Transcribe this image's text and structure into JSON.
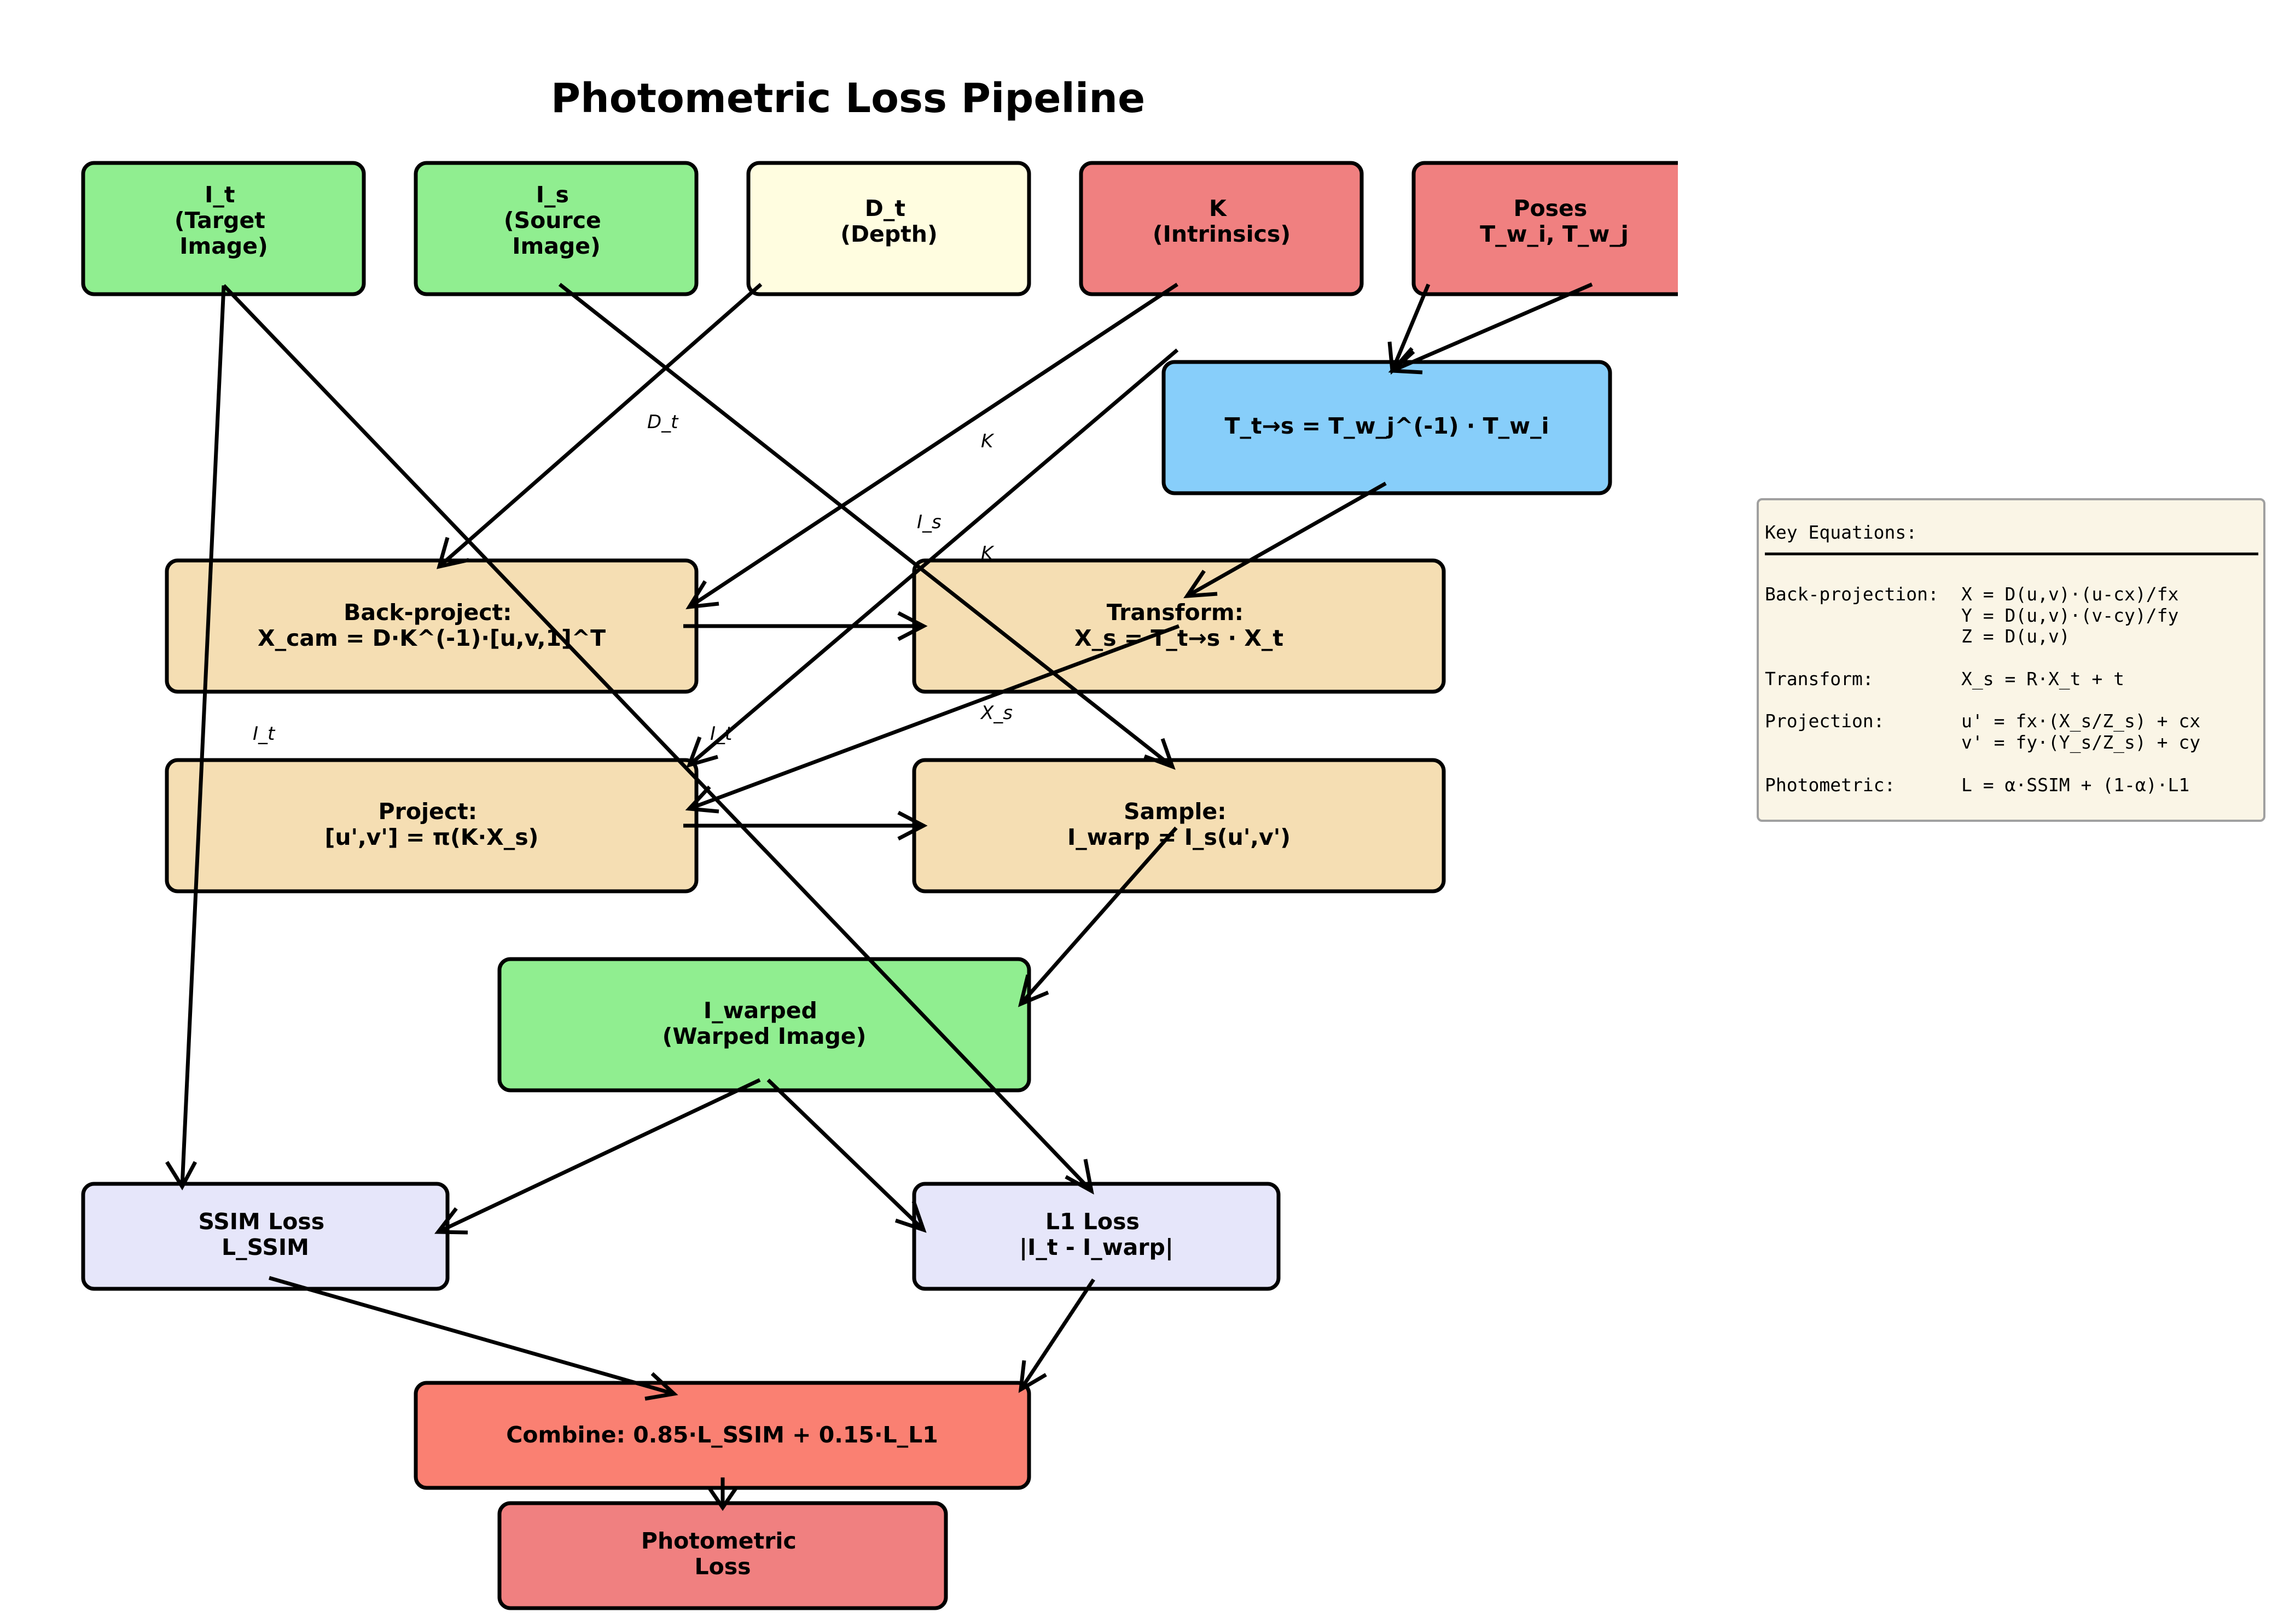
{
  "title": "Photometric Loss Pipeline",
  "colors": {
    "input_image": "#90ee90",
    "depth": "#fffde0",
    "camera": "#f08080",
    "pose_compose": "#87cefa",
    "processing": "#f5deb3",
    "warped": "#90ee90",
    "loss": "#e6e6fa",
    "combine": "#fa8072",
    "output": "#f08080",
    "equations_panel": "#faf5e6"
  },
  "nodes": {
    "it": {
      "lines": [
        "I_t",
        "(Target",
        "Image)"
      ]
    },
    "is": {
      "lines": [
        "I_s",
        "(Source",
        "Image)"
      ]
    },
    "dt": {
      "lines": [
        "D_t",
        "(Depth)"
      ]
    },
    "k": {
      "lines": [
        "K",
        "(Intrinsics)"
      ]
    },
    "poses": {
      "lines": [
        "Poses",
        "T_w_i, T_w_j"
      ]
    },
    "trel": {
      "lines": [
        "T_t→s = T_w_j^(-1) · T_w_i"
      ]
    },
    "backproject": {
      "lines": [
        "Back-project:",
        "X_cam = D·K^(-1)·[u,v,1]^T"
      ]
    },
    "transform": {
      "lines": [
        "Transform:",
        "X_s = T_t→s · X_t"
      ]
    },
    "project": {
      "lines": [
        "Project:",
        "[u',v'] = π(K·X_s)"
      ]
    },
    "sample": {
      "lines": [
        "Sample:",
        "I_warp = I_s(u',v')"
      ]
    },
    "warped": {
      "lines": [
        "I_warped",
        "(Warped Image)"
      ]
    },
    "ssim": {
      "lines": [
        "SSIM Loss",
        "L_SSIM"
      ]
    },
    "l1": {
      "lines": [
        "L1 Loss",
        "|I_t - I_warp|"
      ]
    },
    "combine": {
      "lines": [
        "Combine: 0.85·L_SSIM + 0.15·L_L1"
      ]
    },
    "output": {
      "lines": [
        "Photometric",
        "Loss"
      ]
    }
  },
  "edge_labels": {
    "dt": "D_t",
    "k1": "K",
    "is": "I_s",
    "k2": "K",
    "it1": "I_t",
    "it2": "I_t",
    "xs": "X_s"
  },
  "equations": {
    "heading": "Key Equations:",
    "rows": [
      {
        "label": "Back-projection:",
        "lines": [
          "X = D(u,v)·(u-cx)/fx",
          "Y = D(u,v)·(v-cy)/fy",
          "Z = D(u,v)"
        ]
      },
      {
        "label": "Transform:",
        "lines": [
          "X_s = R·X_t + t"
        ]
      },
      {
        "label": "Projection:",
        "lines": [
          "u' = fx·(X_s/Z_s) + cx",
          "v' = fy·(Y_s/Z_s) + cy"
        ]
      },
      {
        "label": "Photometric:",
        "lines": [
          "L = α·SSIM + (1-α)·L1"
        ]
      }
    ]
  }
}
